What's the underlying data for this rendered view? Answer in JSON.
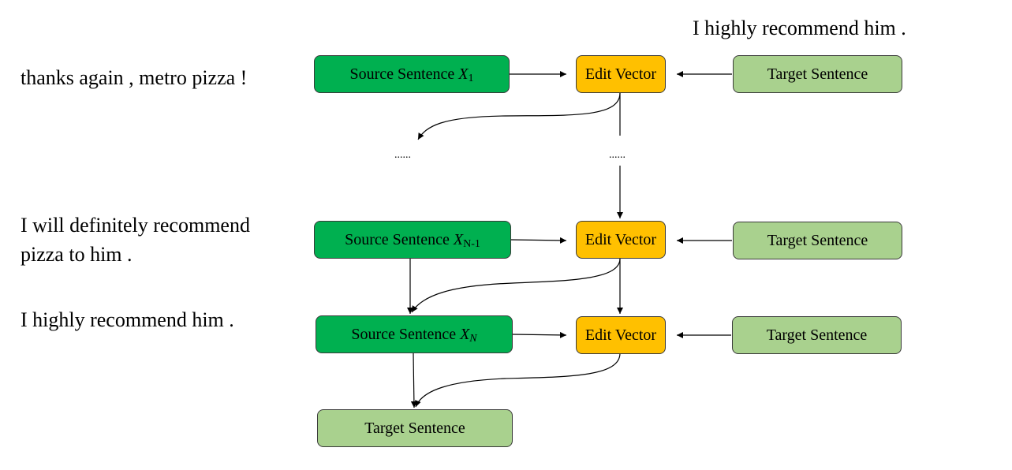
{
  "examples": {
    "top_right": "I highly recommend him .",
    "row1": "thanks again , metro pizza !",
    "row2_line1": "I will definitely recommend",
    "row2_line2": "pizza to him .",
    "row3": "I highly recommend him ."
  },
  "boxes": {
    "source_prefix": "Source Sentence",
    "source_1_var": "X",
    "source_1_sub": "1",
    "source_n1_var": "X",
    "source_n1_sub": "N-1",
    "source_n_var": "X",
    "source_n_sub": "N",
    "edit_vector": "Edit Vector",
    "target_sentence": "Target Sentence"
  },
  "ellipsis": "......",
  "colors": {
    "source_box": "#00b050",
    "target_box": "#a9d18e",
    "edit_box": "#ffc000"
  }
}
